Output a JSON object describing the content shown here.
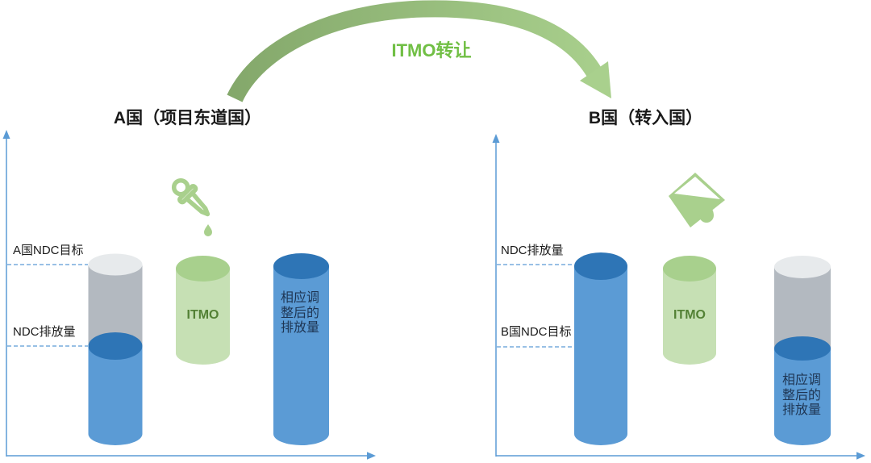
{
  "diagram": {
    "transfer": {
      "label": "ITMO转让"
    },
    "left_panel": {
      "title": "A国（项目东道国）",
      "ndc_target_label": "A国NDC目标",
      "ndc_emission_label": "NDC排放量",
      "itmo_label": "ITMO",
      "adjusted_label": "相应调整后的排放量",
      "icon": "dropper-icon"
    },
    "right_panel": {
      "title": "B国（转入国）",
      "ndc_emission_label": "NDC排放量",
      "ndc_target_label": "B国NDC目标",
      "itmo_label": "ITMO",
      "adjusted_label": "相应调整后的排放量",
      "icon": "pour-icon"
    },
    "colors": {
      "axis": "#5b9bd5",
      "dash_line": "#5b9bd5",
      "blue_body": "#5b9bd5",
      "blue_top": "#2e75b6",
      "gray_body": "#b3b9c0",
      "gray_top": "#e7eaec",
      "green_body": "#c6e0b4",
      "green_top": "#a8d08d",
      "arrow_gradient_start": "#84a86b",
      "arrow_gradient_end": "#a9d08d",
      "transfer_label_color": "#71bf45",
      "itmo_text": "#538135",
      "adjusted_text": "#1e3553",
      "icon_green": "#a9d08d"
    }
  }
}
